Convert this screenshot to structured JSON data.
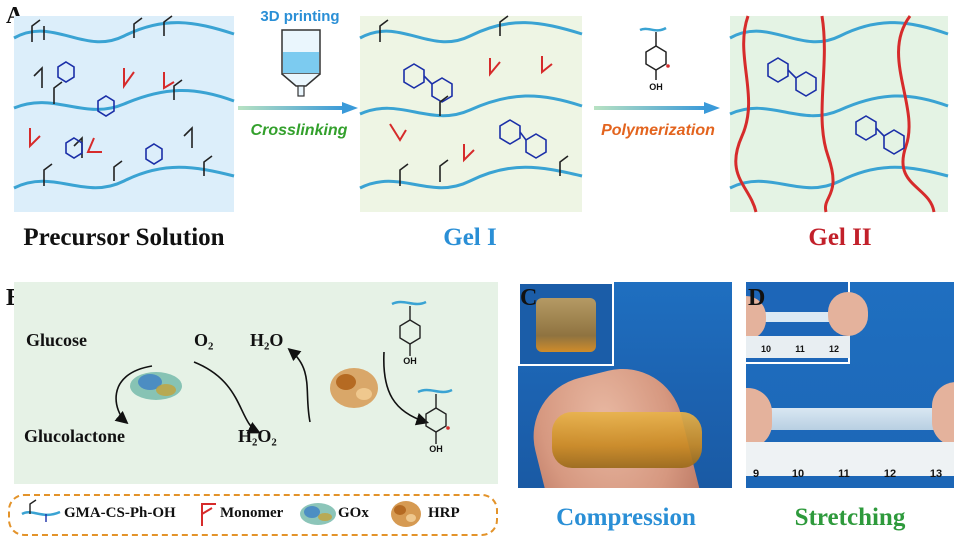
{
  "panels": {
    "a": "A",
    "b": "B",
    "c": "C",
    "d": "D"
  },
  "stage_labels": {
    "precursor": "Precursor Solution",
    "gel1": "Gel I",
    "gel2": "Gel II"
  },
  "arrow1": {
    "top": "3D printing",
    "bottom": "Crosslinking"
  },
  "arrow2": {
    "bottom": "Polymerization"
  },
  "chem": {
    "oh": "OH"
  },
  "panel_b": {
    "glucose": "Glucose",
    "glucolactone": "Glucolactone",
    "o2": "O₂",
    "h2o": "H₂O",
    "h2o2": "H₂O₂"
  },
  "legend": {
    "polymer": "GMA-CS-Ph-OH",
    "monomer": "Monomer",
    "gox": "GOx",
    "hrp": "HRP"
  },
  "photos": {
    "compression": "Compression",
    "stretching": "Stretching",
    "ruler_c": [
      "10",
      "11",
      "12"
    ],
    "ruler_d": [
      "9",
      "10",
      "11",
      "12",
      "13"
    ]
  },
  "colors": {
    "polymer_chain": "#3aa3d3",
    "monomer": "#d62b2b",
    "molecule": "#1b2fa8",
    "panel_bg_a": "#dceefa",
    "panel_bg_gel": "#eef5e4",
    "gel1_text": "#2a8fd6",
    "gel2_text": "#c2202a",
    "crosslinking_text": "#33a02c",
    "polymerization_text": "#e3641e",
    "stretching_text": "#2e9a3c"
  }
}
